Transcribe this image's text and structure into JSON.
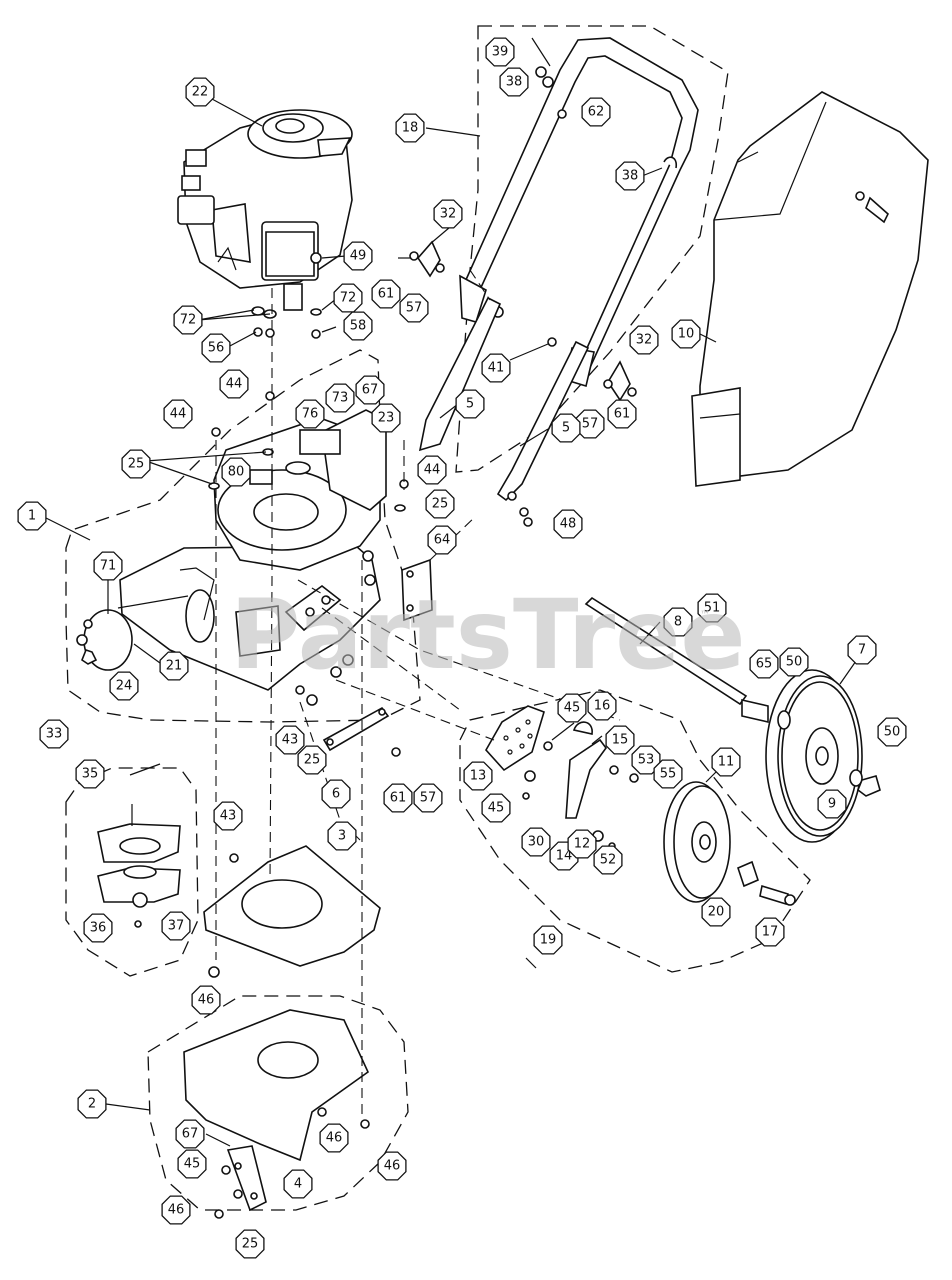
{
  "watermark": {
    "text": "PartsTree",
    "tm": "™"
  },
  "callouts": [
    {
      "id": "c22",
      "num": "22"
    },
    {
      "id": "c39",
      "num": "39"
    },
    {
      "id": "c38a",
      "num": "38"
    },
    {
      "id": "c62",
      "num": "62"
    },
    {
      "id": "c18",
      "num": "18"
    },
    {
      "id": "c38b",
      "num": "38"
    },
    {
      "id": "c32a",
      "num": "32"
    },
    {
      "id": "c49",
      "num": "49"
    },
    {
      "id": "c61a",
      "num": "61"
    },
    {
      "id": "c57a",
      "num": "57"
    },
    {
      "id": "c72a",
      "num": "72"
    },
    {
      "id": "c72b",
      "num": "72"
    },
    {
      "id": "c58",
      "num": "58"
    },
    {
      "id": "c56",
      "num": "56"
    },
    {
      "id": "c41",
      "num": "41"
    },
    {
      "id": "c10",
      "num": "10"
    },
    {
      "id": "c32b",
      "num": "32"
    },
    {
      "id": "c44a",
      "num": "44"
    },
    {
      "id": "c5a",
      "num": "5"
    },
    {
      "id": "c44b",
      "num": "44"
    },
    {
      "id": "c76",
      "num": "76"
    },
    {
      "id": "c73",
      "num": "73"
    },
    {
      "id": "c67a",
      "num": "67"
    },
    {
      "id": "c23",
      "num": "23"
    },
    {
      "id": "c57b",
      "num": "57"
    },
    {
      "id": "c61b",
      "num": "61"
    },
    {
      "id": "c5b",
      "num": "5"
    },
    {
      "id": "c25a",
      "num": "25"
    },
    {
      "id": "c80",
      "num": "80"
    },
    {
      "id": "c44c",
      "num": "44"
    },
    {
      "id": "c25b",
      "num": "25"
    },
    {
      "id": "c1",
      "num": "1"
    },
    {
      "id": "c48",
      "num": "48"
    },
    {
      "id": "c64",
      "num": "64"
    },
    {
      "id": "c71",
      "num": "71"
    },
    {
      "id": "c51",
      "num": "51"
    },
    {
      "id": "c8",
      "num": "8"
    },
    {
      "id": "c7",
      "num": "7"
    },
    {
      "id": "c21",
      "num": "21"
    },
    {
      "id": "c24",
      "num": "24"
    },
    {
      "id": "c65",
      "num": "65"
    },
    {
      "id": "c50a",
      "num": "50"
    },
    {
      "id": "c50b",
      "num": "50"
    },
    {
      "id": "c45a",
      "num": "45"
    },
    {
      "id": "c16",
      "num": "16"
    },
    {
      "id": "c43a",
      "num": "43"
    },
    {
      "id": "c33",
      "num": "33"
    },
    {
      "id": "c15",
      "num": "15"
    },
    {
      "id": "c25c",
      "num": "25"
    },
    {
      "id": "c13",
      "num": "13"
    },
    {
      "id": "c11",
      "num": "11"
    },
    {
      "id": "c53",
      "num": "53"
    },
    {
      "id": "c55",
      "num": "55"
    },
    {
      "id": "c35",
      "num": "35"
    },
    {
      "id": "c6",
      "num": "6"
    },
    {
      "id": "c61c",
      "num": "61"
    },
    {
      "id": "c57c",
      "num": "57"
    },
    {
      "id": "c45b",
      "num": "45"
    },
    {
      "id": "c30",
      "num": "30"
    },
    {
      "id": "c14",
      "num": "14"
    },
    {
      "id": "c12",
      "num": "12"
    },
    {
      "id": "c9",
      "num": "9"
    },
    {
      "id": "c43b",
      "num": "43"
    },
    {
      "id": "c3",
      "num": "3"
    },
    {
      "id": "c52",
      "num": "52"
    },
    {
      "id": "c36",
      "num": "36"
    },
    {
      "id": "c37",
      "num": "37"
    },
    {
      "id": "c20",
      "num": "20"
    },
    {
      "id": "c17",
      "num": "17"
    },
    {
      "id": "c19",
      "num": "19"
    },
    {
      "id": "c46a",
      "num": "46"
    },
    {
      "id": "c2",
      "num": "2"
    },
    {
      "id": "c46b",
      "num": "46"
    },
    {
      "id": "c67b",
      "num": "67"
    },
    {
      "id": "c46c",
      "num": "46"
    },
    {
      "id": "c45c",
      "num": "45"
    },
    {
      "id": "c4",
      "num": "4"
    },
    {
      "id": "c46d",
      "num": "46"
    },
    {
      "id": "c25d",
      "num": "25"
    }
  ]
}
